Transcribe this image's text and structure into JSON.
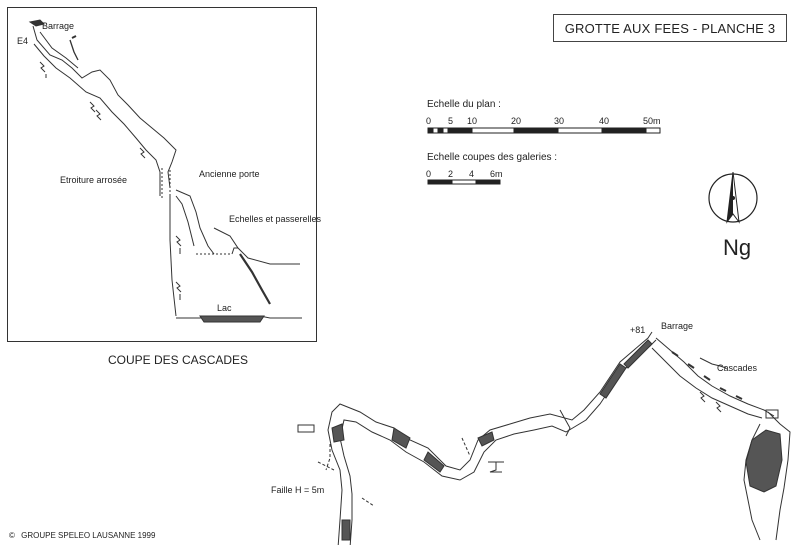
{
  "title": "GROTTE AUX FEES - PLANCHE 3",
  "section": {
    "caption": "COUPE DES CASCADES",
    "labels": {
      "barrage": "Barrage",
      "e4": "E4",
      "etroiture": "Etroiture arrosée",
      "ancienne_porte": "Ancienne porte",
      "echelles": "Echelles et passerelles",
      "lac": "Lac"
    }
  },
  "scales": {
    "plan": {
      "title": "Echelle du plan  :",
      "ticks": [
        "0",
        "5",
        "10",
        "20",
        "30",
        "40",
        "50m"
      ]
    },
    "sections": {
      "title": "Echelle coupes des galeries  :",
      "ticks": [
        "0",
        "2",
        "4",
        "6m"
      ]
    }
  },
  "north": {
    "label": "Ng"
  },
  "plan": {
    "labels": {
      "elevation": "+81",
      "barrage": "Barrage",
      "cascades": "Cascades",
      "faille": "Faille H = 5m"
    }
  },
  "credit": "GROUPE SPELEO LAUSANNE 1999",
  "copyright_symbol": "©",
  "colors": {
    "ink": "#222222",
    "fill": "#555555",
    "paper": "#ffffff"
  }
}
